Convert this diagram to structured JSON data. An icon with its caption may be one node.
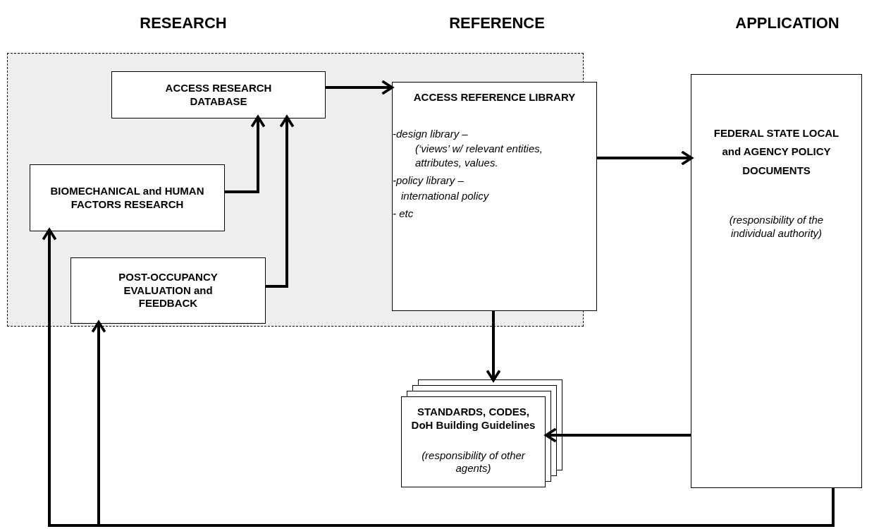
{
  "diagram": {
    "nodes": [
      {
        "text": [],
        "shape": "box"
      },
      {
        "text": [
          "ACCESS RESEARCH DATABASE"
        ],
        "in": 0
      },
      {
        "text": [
          "BIOMECHANICAL and HUMAN FACTORS RESEARCH"
        ],
        "in": 0
      },
      {
        "text": [
          "POST-OCCUPANCY EVALUATION and FEEDBACK"
        ],
        "in": 0
      },
      {
        "text": [
          "ACCESS REFERENCE LIBRARY",
          "-design library –",
          "(‘views’ w/ relevant entities, attributes, values.",
          "-policy library –",
          "international policy",
          "- etc"
        ],
        "in": 0
      },
      {
        "text": [
          "FEDERAL STATE LOCAL and AGENCY POLICY DOCUMENTS",
          "(responsibility of the individual authority)"
        ]
      },
      {
        "text": [
          "STANDARDS, CODES, DoH Building Guidelines",
          "(responsibility of other agents)"
        ]
      }
    ],
    "edges": [
      {
        "from": 1,
        "to": 4,
        "arrow": "to"
      },
      {
        "from": 2,
        "to": 1,
        "arrow": "to"
      },
      {
        "from": 3,
        "to": 1,
        "arrow": "to"
      },
      {
        "from": 4,
        "to": 5,
        "arrow": "to"
      },
      {
        "from": 4,
        "to": 6,
        "arrow": "to"
      },
      {
        "from": 5,
        "to": 6,
        "arrow": "to"
      },
      {
        "from": 5,
        "to": 2,
        "arrow": "to"
      },
      {
        "from": 5,
        "to": 3,
        "arrow": "to"
      }
    ],
    "labels": [
      "RESEARCH",
      "REFERENCE",
      "APPLICATION"
    ]
  }
}
